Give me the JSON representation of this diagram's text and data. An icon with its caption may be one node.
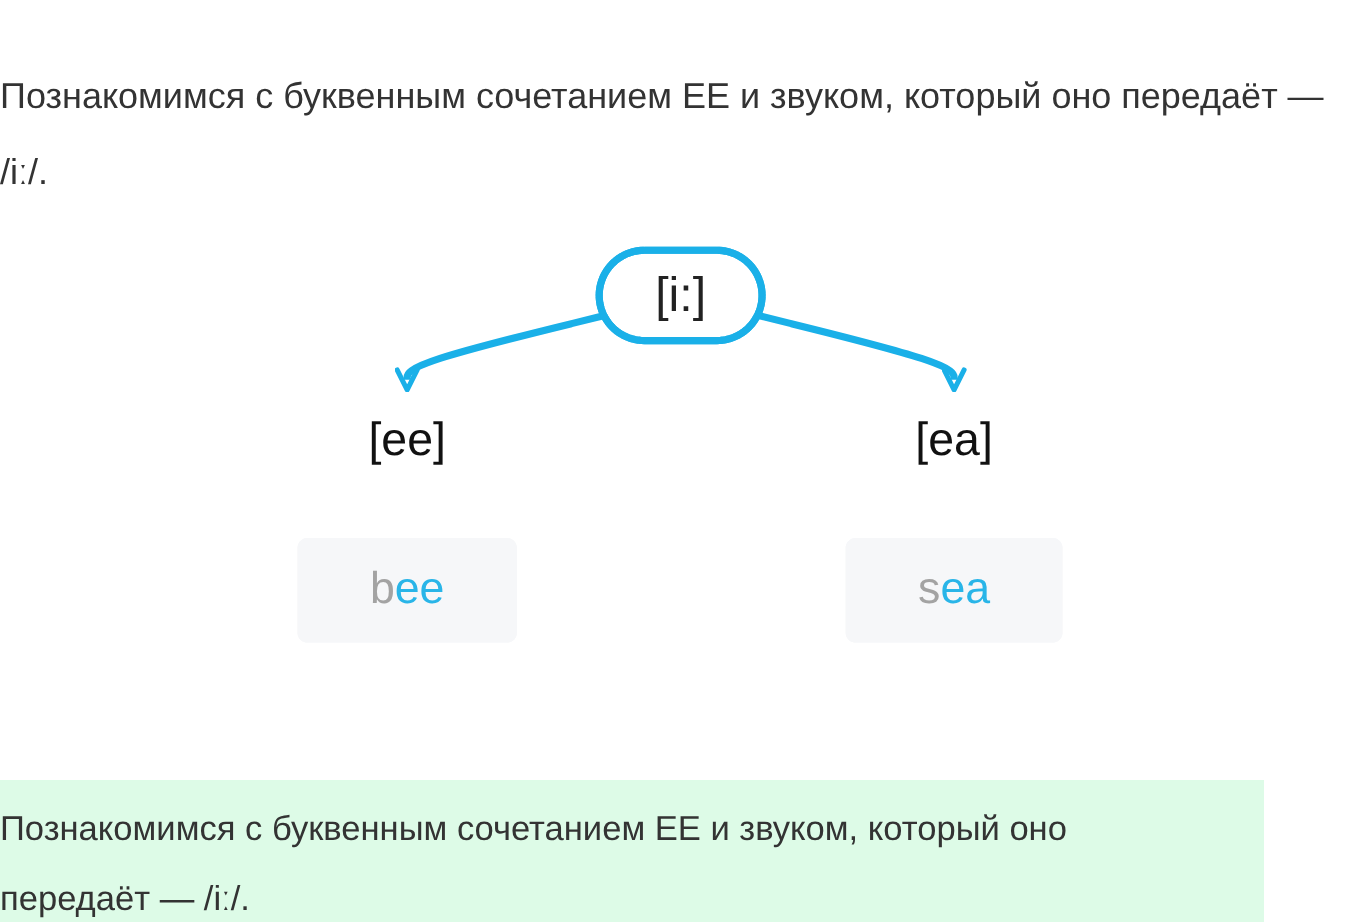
{
  "diagram": {
    "nodes": [
      {
        "text": [
          "[i:]"
        ]
      },
      {
        "text": [
          "[ee]"
        ]
      },
      {
        "text": [
          "[ea]"
        ]
      },
      {
        "text": [
          "bee"
        ]
      },
      {
        "text": [
          "sea"
        ]
      }
    ],
    "edges": [
      {
        "from": 0,
        "to": 1,
        "arrow": "to"
      },
      {
        "from": 0,
        "to": 2,
        "arrow": "to"
      }
    ],
    "labels": [
      "Познакомимся с буквенным сочетанием ЕЕ и звуком, который оно передаёт — /iː/.",
      "Познакомимся с буквенным сочетанием ЕЕ и звуком, который оно передаёт — /iː/."
    ]
  }
}
